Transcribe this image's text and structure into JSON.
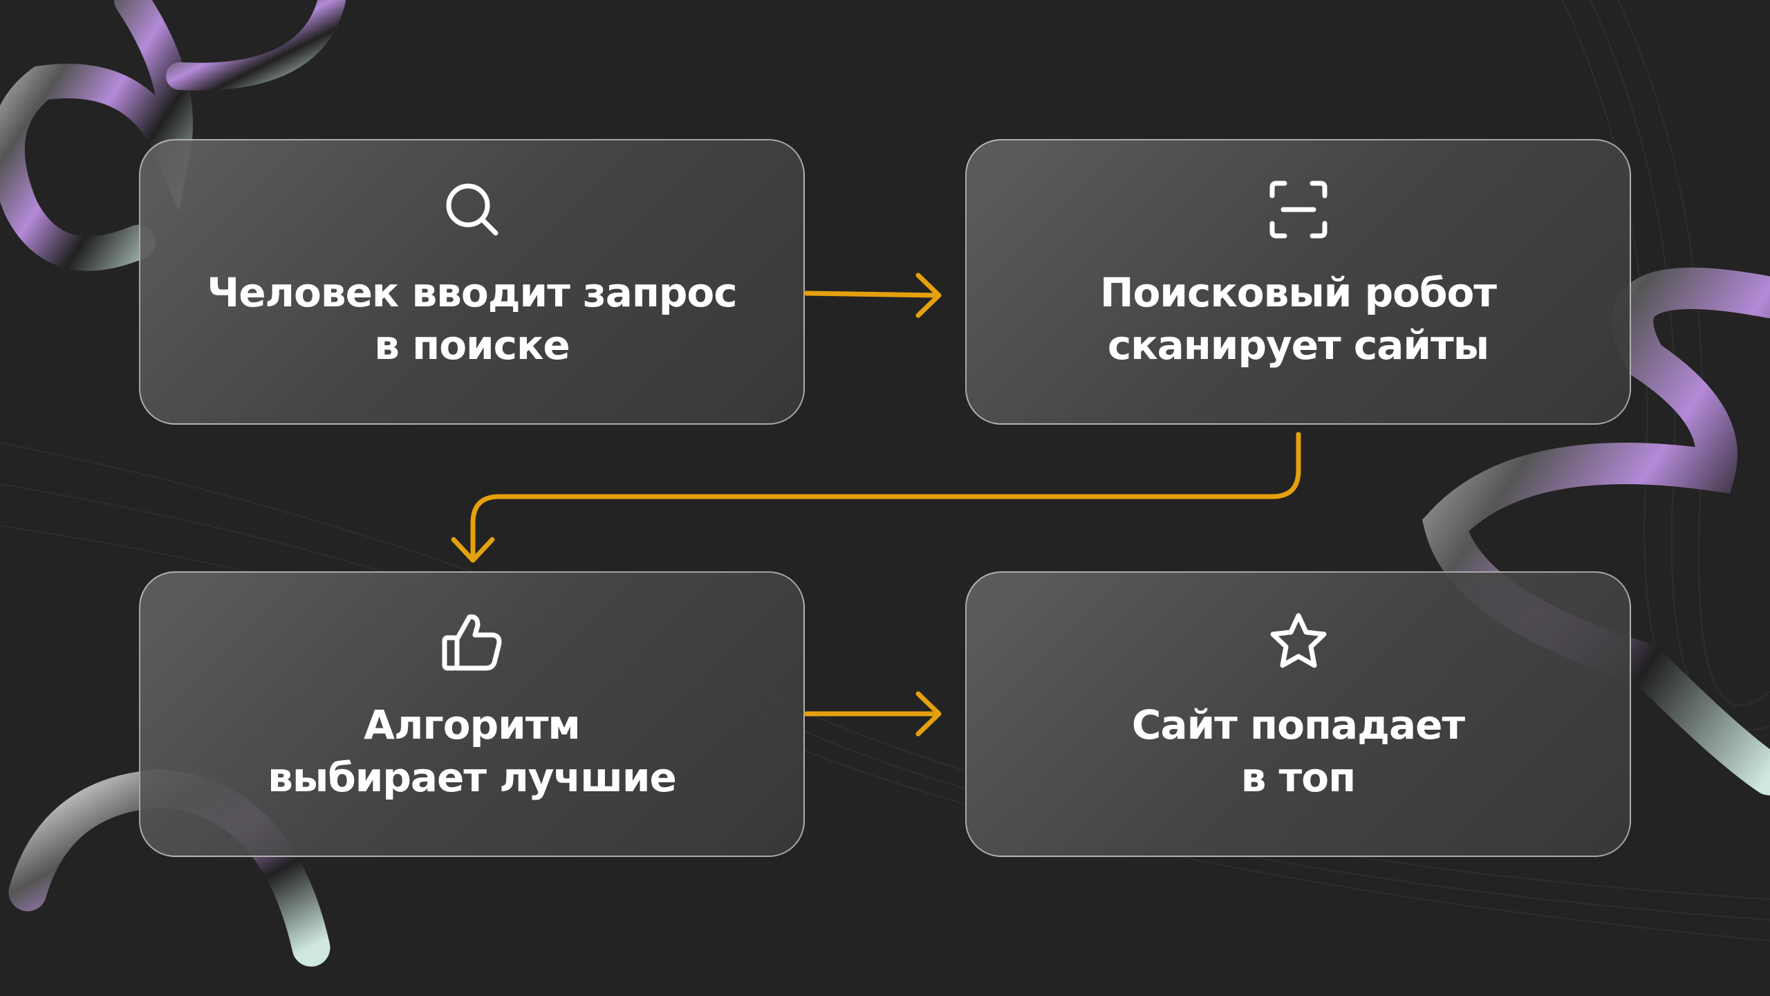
{
  "accent_color": "#E5A00D",
  "steps": [
    {
      "icon": "search-icon",
      "line1": "Человек вводит запрос",
      "line2": "в поиске"
    },
    {
      "icon": "scan-icon",
      "line1": "Поисковый робот",
      "line2": "сканирует сайты"
    },
    {
      "icon": "thumbs-up-icon",
      "line1": "Алгоритм",
      "line2": "выбирает лучшие"
    },
    {
      "icon": "star-icon",
      "line1": "Сайт попадает",
      "line2": "в топ"
    }
  ]
}
